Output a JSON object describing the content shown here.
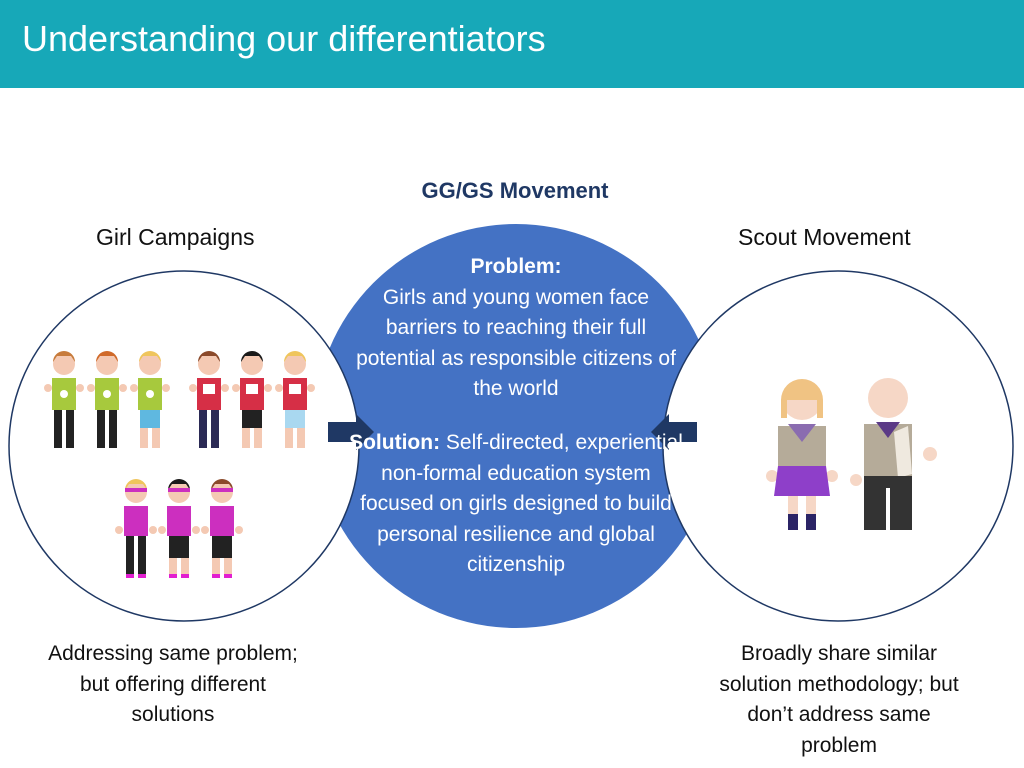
{
  "title": "Understanding our differentiators",
  "center": {
    "heading": "GG/GS Movement",
    "problem_label": "Problem:",
    "problem_text": "Girls and young women face barriers to reaching their full potential as responsible citizens of the world",
    "solution_label": "Solution:",
    "solution_text": "Self-directed, experiential non-formal education system focused on girls designed to build personal resilience and global citizenship"
  },
  "left": {
    "label": "Girl Campaigns",
    "caption": "Addressing same problem; but offering different solutions"
  },
  "right": {
    "label": "Scout Movement",
    "caption": "Broadly share similar solution methodology; but don’t address same problem"
  },
  "colors": {
    "header": "#17a8b8",
    "center_circle": "#4472c4",
    "heading": "#1f3864",
    "arrow": "#1f3864",
    "circle_outline": "#1f3864"
  },
  "icons": [
    "girl-figure-icon",
    "scout-figure-icon",
    "arrow-right-icon",
    "arrow-left-icon"
  ]
}
